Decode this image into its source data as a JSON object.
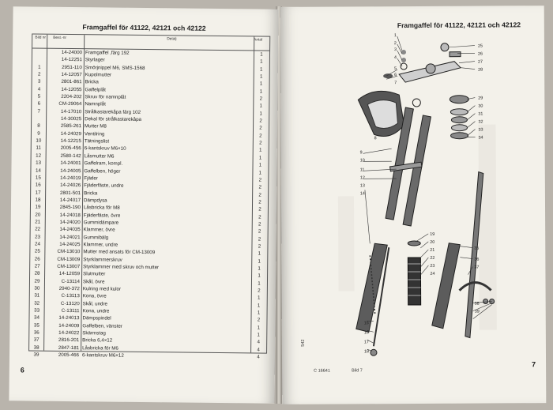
{
  "left_page": {
    "title": "Framgaffel för 41122, 42121 och 42122",
    "headers": {
      "bild": "Bild nr",
      "best": "Best.-nr",
      "detalj": "Detalj",
      "antal": "Antal"
    },
    "rows": [
      {
        "n": "",
        "b": "14-24000",
        "d": "Framgaffel ,färg 192",
        "a": "1"
      },
      {
        "n": "",
        "b": "14-12251",
        "d": "Styrlager",
        "a": "1"
      },
      {
        "n": "1",
        "b": "2951-110",
        "d": "Smörjnippel M6, SMS-1568",
        "a": "1"
      },
      {
        "n": "2",
        "b": "14-12057",
        "d": "Kupolmutter",
        "a": "1"
      },
      {
        "n": "3",
        "b": "2801-861",
        "d": "Bricka",
        "a": "1"
      },
      {
        "n": "4",
        "b": "14-12055",
        "d": "Gaffelplåt",
        "a": "1"
      },
      {
        "n": "5",
        "b": "2204-202",
        "d": "Skruv för namnplåt",
        "a": "2"
      },
      {
        "n": "6",
        "b": "CM-29064",
        "d": "Namnplåt",
        "a": "1"
      },
      {
        "n": "7",
        "b": "14-17010",
        "d": "Strålkastarekåpa färg 102",
        "a": "1"
      },
      {
        "n": "",
        "b": "14-30025",
        "d": "Dekal för strålkastarekåpa",
        "a": "2"
      },
      {
        "n": "8",
        "b": "2585-261",
        "d": "Mutter M8",
        "a": "2"
      },
      {
        "n": "9",
        "b": "14-24029",
        "d": "Ventilring",
        "a": "2"
      },
      {
        "n": "10",
        "b": "14-12215",
        "d": "Tätningslist",
        "a": "2"
      },
      {
        "n": "11",
        "b": "2005-456",
        "d": "6-kantskruv  M6×10",
        "a": "1"
      },
      {
        "n": "12",
        "b": "2580-142",
        "d": "Låsmutter M6",
        "a": "1"
      },
      {
        "n": "13",
        "b": "14-24001",
        "d": "Gaffelram, kompl.",
        "a": "1"
      },
      {
        "n": "14",
        "b": "14-24005",
        "d": "Gaffelben, höger",
        "a": "1"
      },
      {
        "n": "15",
        "b": "14-24019",
        "d": "Fjäder",
        "a": "2"
      },
      {
        "n": "16",
        "b": "14-24026",
        "d": "Fjäderfäste, undre",
        "a": "2"
      },
      {
        "n": "17",
        "b": "2801-501",
        "d": "Bricka",
        "a": "2"
      },
      {
        "n": "18",
        "b": "14-24017",
        "d": "Dämpdysa",
        "a": "2"
      },
      {
        "n": "19",
        "b": "2845-190",
        "d": "Låsbricka för M8",
        "a": "2"
      },
      {
        "n": "20",
        "b": "14-24018",
        "d": "Fjäderfäste, övre",
        "a": "2"
      },
      {
        "n": "21",
        "b": "14-24020",
        "d": "Gummidämpare",
        "a": "2"
      },
      {
        "n": "22",
        "b": "14-24035",
        "d": "Klammer, övre",
        "a": "2"
      },
      {
        "n": "23",
        "b": "14-24021",
        "d": "Gummibälg",
        "a": "2"
      },
      {
        "n": "24",
        "b": "14-24025",
        "d": "Klammer, undre",
        "a": "2"
      },
      {
        "n": "25",
        "b": "CM-13010",
        "d": "Mutter med ansats för CM-13009",
        "a": "1"
      },
      {
        "n": "26",
        "b": "CM-13009",
        "d": "Styrklammerskruv",
        "a": "1"
      },
      {
        "n": "27",
        "b": "CM-13007",
        "d": "Styrklammer med skruv och mutter",
        "a": "1"
      },
      {
        "n": "28",
        "b": "14-12059",
        "d": "Slutmutter",
        "a": "1"
      },
      {
        "n": "29",
        "b": "C-13114",
        "d": "Skål, övre",
        "a": "1"
      },
      {
        "n": "30",
        "b": "2940-372",
        "d": "Kulring med kulor",
        "a": "2"
      },
      {
        "n": "31",
        "b": "C-13113",
        "d": "Kona, övre",
        "a": "1"
      },
      {
        "n": "32",
        "b": "C-13120",
        "d": "Skål, undre",
        "a": "1"
      },
      {
        "n": "33",
        "b": "C-13111",
        "d": "Kona, undre",
        "a": "1"
      },
      {
        "n": "34",
        "b": "14-24013",
        "d": "Dämpspindel",
        "a": "2"
      },
      {
        "n": "35",
        "b": "14-24009",
        "d": "Gaffelben, vänster",
        "a": "1"
      },
      {
        "n": "36",
        "b": "14-24022",
        "d": "Skärmstag",
        "a": "1"
      },
      {
        "n": "37",
        "b": "2816-201",
        "d": "Bricka 6,4×12",
        "a": "4"
      },
      {
        "n": "38",
        "b": "2847-181",
        "d": "Låsbricka för M6",
        "a": "4"
      },
      {
        "n": "39",
        "b": "2005-466",
        "d": "6-kantskruv  M6×12",
        "a": "4"
      }
    ],
    "page_number": "6"
  },
  "right_page": {
    "title": "Framgaffel för 41122, 42121 och 42122",
    "page_number": "7",
    "footer_code": "C 16641",
    "footer_bild": "Bild 7",
    "side_mark": "542",
    "callouts": [
      "1",
      "2",
      "3",
      "4",
      "5",
      "6",
      "7",
      "8",
      "9",
      "10",
      "11",
      "12",
      "13",
      "14",
      "15",
      "16",
      "17",
      "18",
      "19",
      "20",
      "21",
      "22",
      "23",
      "24",
      "25",
      "26",
      "27",
      "28",
      "29",
      "30",
      "31",
      "32",
      "33",
      "34",
      "35",
      "36",
      "37",
      "38",
      "39"
    ]
  }
}
